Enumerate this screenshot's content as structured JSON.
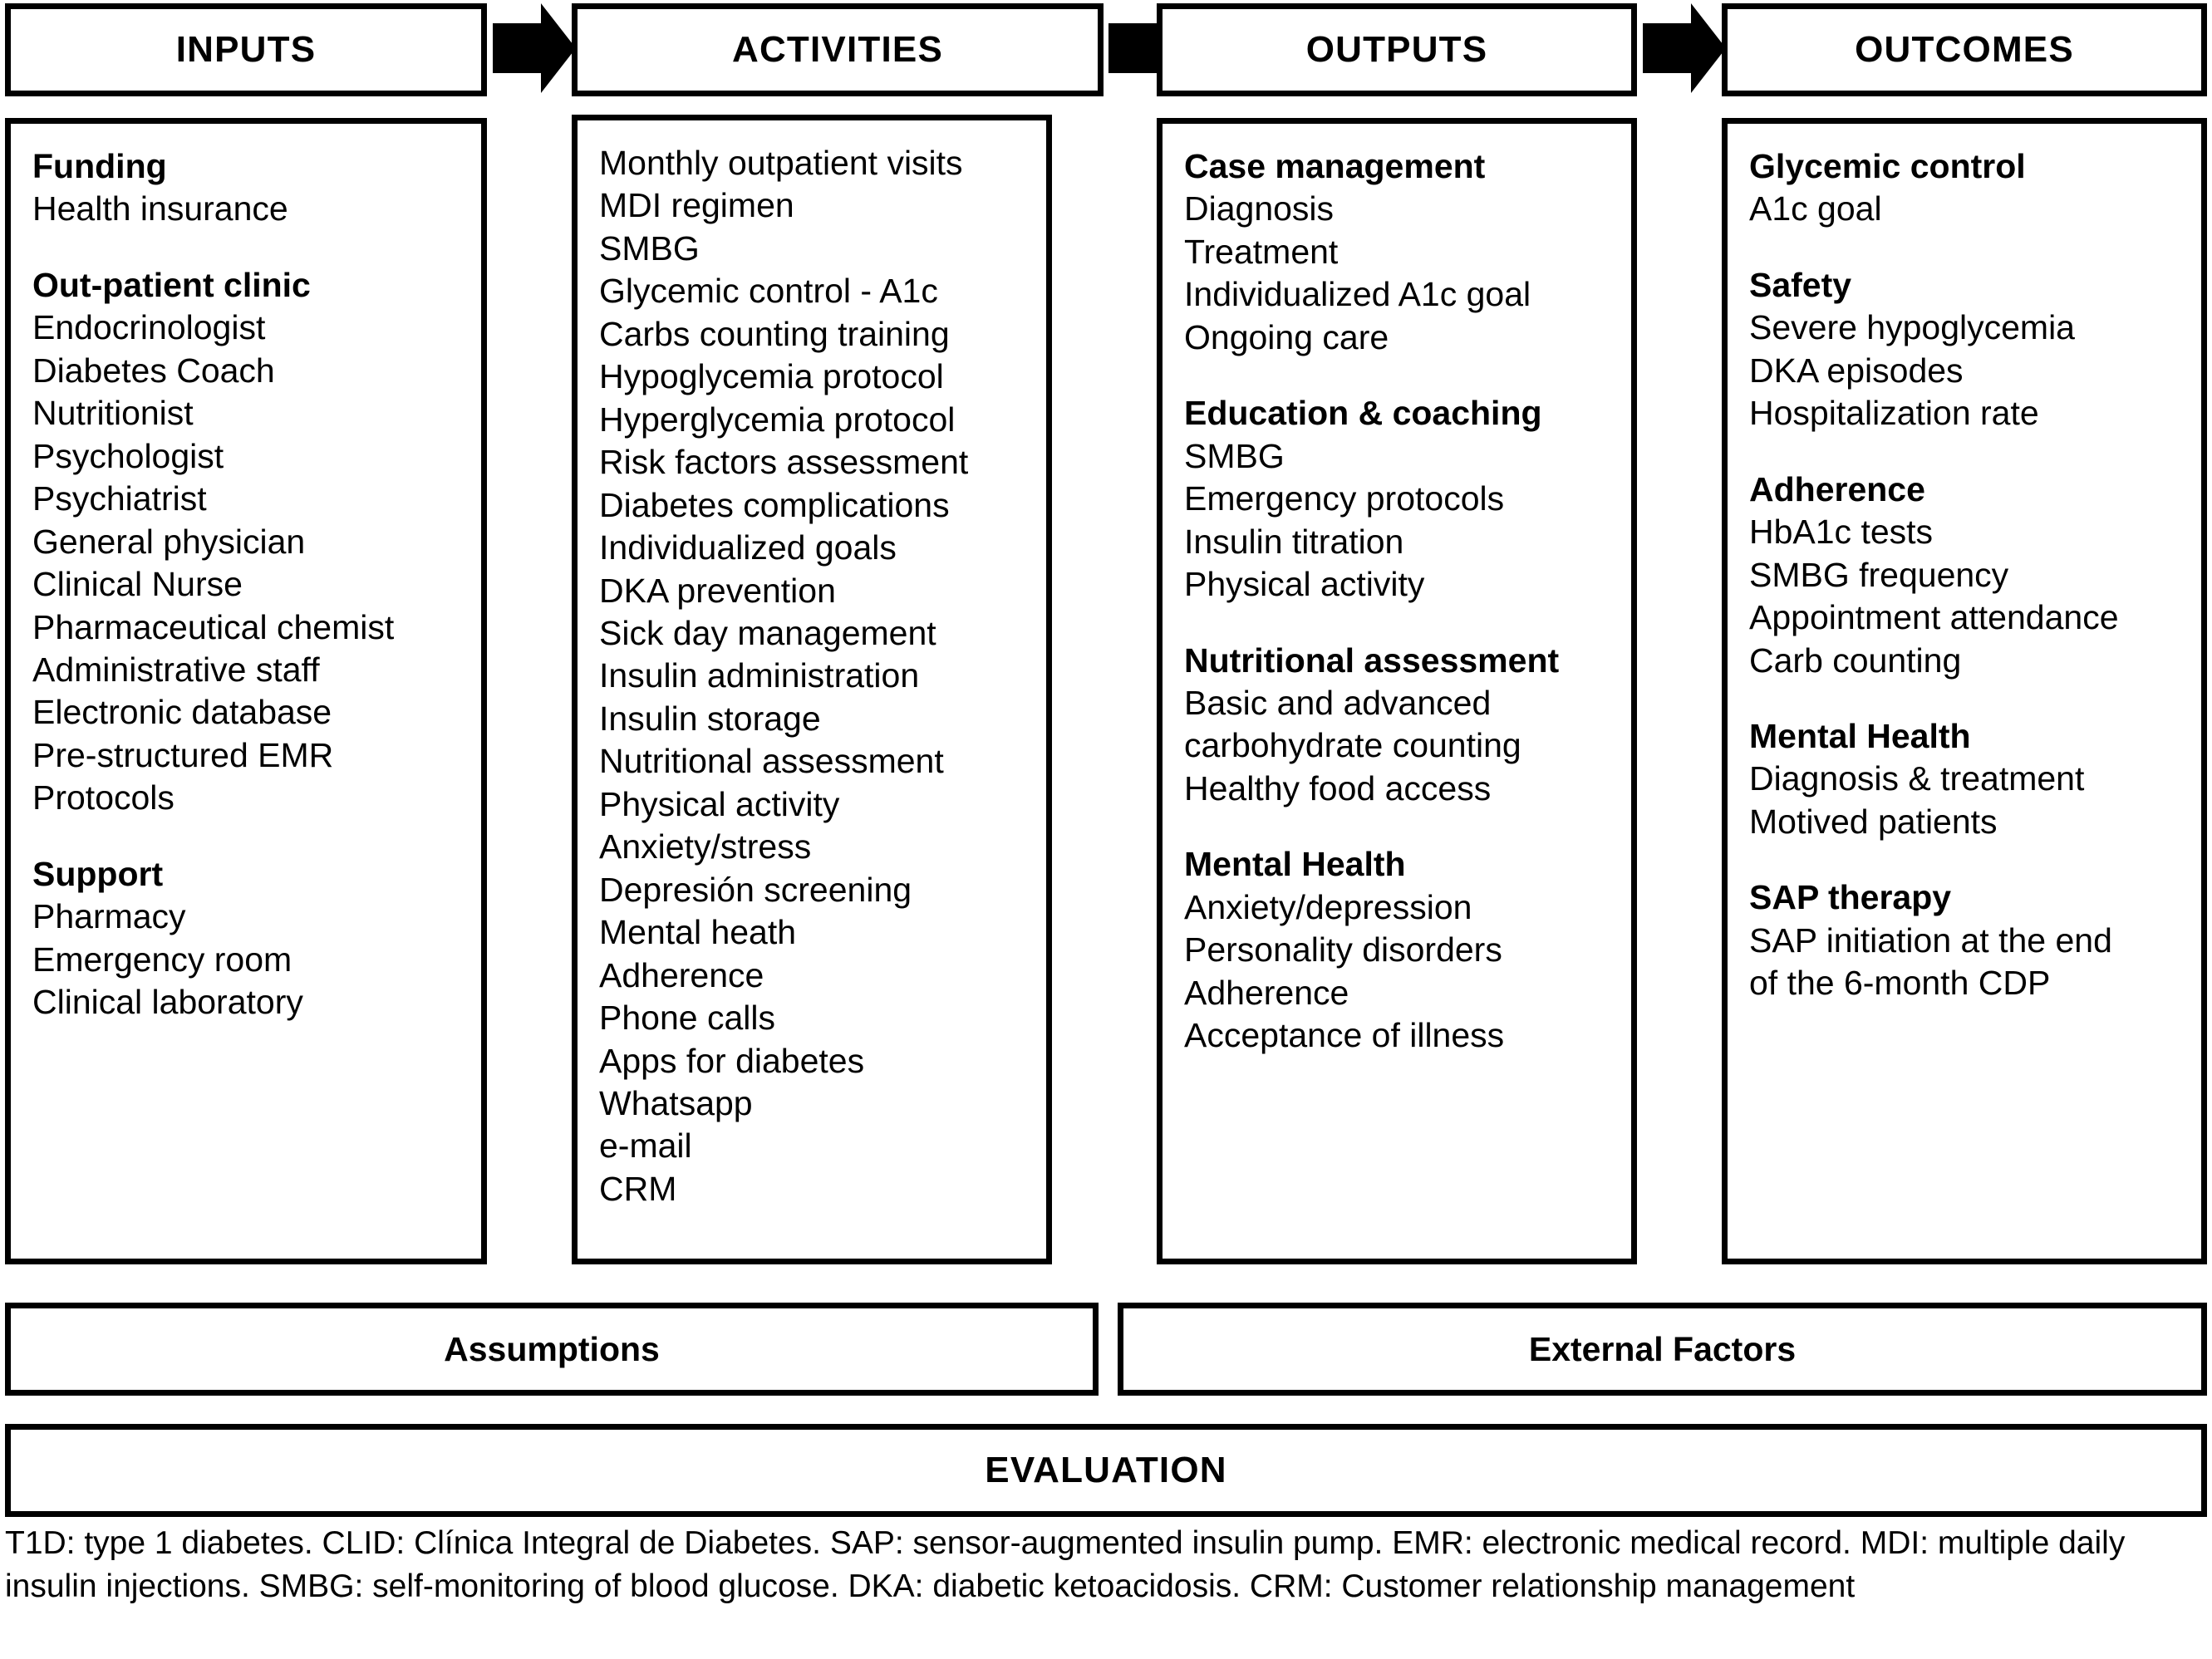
{
  "headers": [
    {
      "label": "INPUTS"
    },
    {
      "label": "ACTIVITIES"
    },
    {
      "label": "OUTPUTS"
    },
    {
      "label": "OUTCOMES"
    }
  ],
  "columns": {
    "inputs": {
      "title": "INPUTS",
      "groups": [
        {
          "heading": "Funding",
          "items": [
            "Health insurance"
          ]
        },
        {
          "heading": "Out-patient clinic",
          "items": [
            "Endocrinologist",
            "Diabetes Coach",
            "Nutritionist",
            "Psychologist",
            "Psychiatrist",
            "General physician",
            "Clinical Nurse",
            "Pharmaceutical chemist",
            "Administrative staff",
            "Electronic database",
            "Pre-structured EMR",
            "Protocols"
          ]
        },
        {
          "heading": "Support",
          "items": [
            "Pharmacy",
            "Emergency room",
            "Clinical laboratory"
          ]
        }
      ]
    },
    "activities": {
      "title": "ACTIVITIES",
      "groups": [
        {
          "heading": "",
          "items": [
            "Monthly outpatient visits",
            "MDI regimen",
            "SMBG",
            "Glycemic control - A1c",
            "Carbs counting training",
            "Hypoglycemia protocol",
            "Hyperglycemia protocol",
            "Risk factors assessment",
            "Diabetes complications",
            "Individualized goals",
            "DKA prevention",
            "Sick day management",
            "Insulin administration",
            "Insulin storage",
            "Nutritional assessment",
            "Physical activity",
            "Anxiety/stress",
            "Depresión screening",
            "Mental heath",
            "Adherence",
            "Phone calls",
            "Apps for diabetes",
            "Whatsapp",
            "e-mail",
            "CRM"
          ]
        }
      ]
    },
    "outputs": {
      "title": "OUTPUTS",
      "groups": [
        {
          "heading": "Case management",
          "items": [
            "Diagnosis",
            "Treatment",
            "Individualized A1c goal",
            "Ongoing care"
          ]
        },
        {
          "heading": "Education & coaching",
          "items": [
            "SMBG",
            "Emergency protocols",
            "Insulin titration",
            "Physical activity"
          ]
        },
        {
          "heading": "Nutritional assessment",
          "items": [
            "Basic and advanced",
            "carbohydrate counting",
            "Healthy food access"
          ]
        },
        {
          "heading": "Mental Health",
          "items": [
            "Anxiety/depression",
            "Personality disorders",
            "Adherence",
            "Acceptance of illness"
          ]
        }
      ]
    },
    "outcomes": {
      "title": "OUTCOMES",
      "groups": [
        {
          "heading": "Glycemic control",
          "items": [
            "A1c goal"
          ]
        },
        {
          "heading": "Safety",
          "items": [
            "Severe hypoglycemia",
            "DKA episodes",
            "Hospitalization rate"
          ]
        },
        {
          "heading": "Adherence",
          "items": [
            "HbA1c tests",
            "SMBG frequency",
            "Appointment attendance",
            "Carb counting"
          ]
        },
        {
          "heading": "Mental Health",
          "items": [
            "Diagnosis & treatment",
            "Motived patients"
          ]
        },
        {
          "heading": "SAP therapy",
          "items": [
            "SAP initiation at the end",
            "of the 6-month CDP"
          ]
        }
      ]
    }
  },
  "bands": {
    "assumptions": "Assumptions",
    "external_factors": "External Factors",
    "evaluation": "EVALUATION"
  },
  "footnote": {
    "text": "T1D: type 1 diabetes. CLID: Clínica Integral de Diabetes. SAP: sensor-augmented insulin pump. EMR: electronic medical record. MDI: multiple daily insulin injections. SMBG: self-monitoring of blood glucose. DKA: diabetic ketoacidosis. CRM: Customer relationship management"
  },
  "colors": {
    "ink": "#000000",
    "paper": "#ffffff"
  }
}
